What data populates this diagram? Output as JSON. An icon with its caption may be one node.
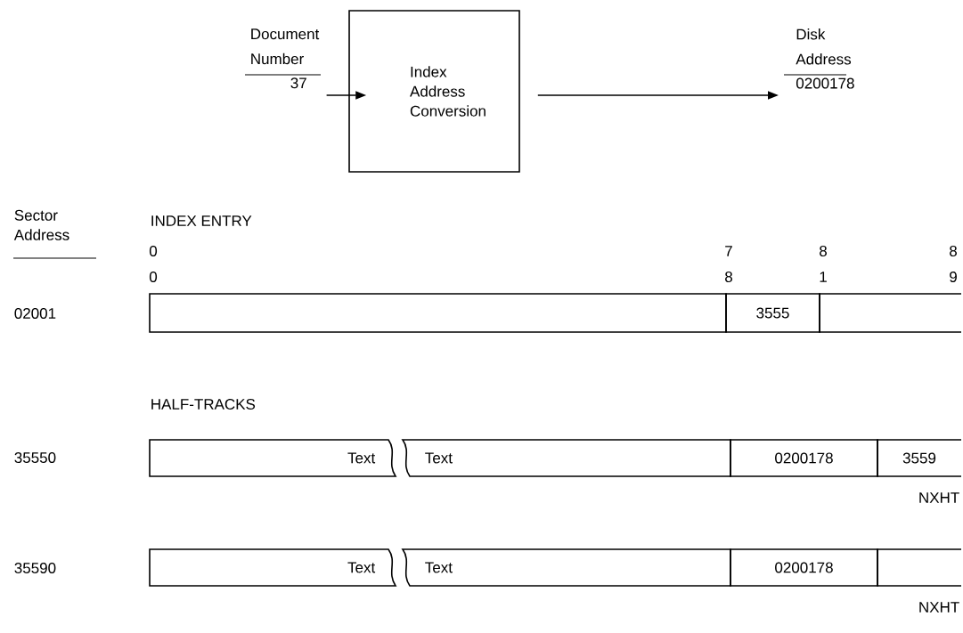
{
  "diagram": {
    "nodes": [
      {
        "text": [
          "Document Number",
          "37"
        ]
      },
      {
        "text": [
          "Index Address Conversion"
        ]
      },
      {
        "text": [
          "Disk Address",
          "0200178"
        ]
      },
      {
        "text": [],
        "shape": "box"
      },
      {
        "text": [
          "3555"
        ]
      },
      {
        "text": [],
        "shape": "box"
      },
      {
        "text": [
          "Text"
        ]
      },
      {
        "text": [
          "Text"
        ]
      },
      {
        "text": [
          "0200178"
        ]
      },
      {
        "text": [
          "3559"
        ]
      },
      {
        "text": [
          "Text"
        ]
      },
      {
        "text": [
          "Text"
        ]
      },
      {
        "text": [
          "0200178"
        ]
      },
      {
        "text": [],
        "shape": "box"
      }
    ],
    "edges": [
      {
        "from": 0,
        "to": 1,
        "arrow": "to"
      },
      {
        "from": 1,
        "to": 2,
        "arrow": "to"
      }
    ],
    "labels": [
      "Sector Address",
      "INDEX ENTRY",
      "0",
      "7",
      "8",
      "8",
      "0",
      "8",
      "1",
      "9",
      "02001",
      "HALF-TRACKS",
      "35550",
      "NXHT",
      "35590",
      "NXHT"
    ]
  }
}
